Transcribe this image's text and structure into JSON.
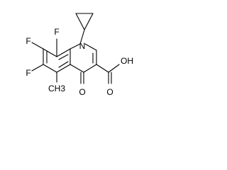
{
  "molecule": {
    "atoms": {
      "f8": "F",
      "f7": "F",
      "f6": "F",
      "n1": "N",
      "o4": "O",
      "o_carboxyl": "OH",
      "o_carbonyl": "O",
      "methyl": "CH3"
    }
  }
}
